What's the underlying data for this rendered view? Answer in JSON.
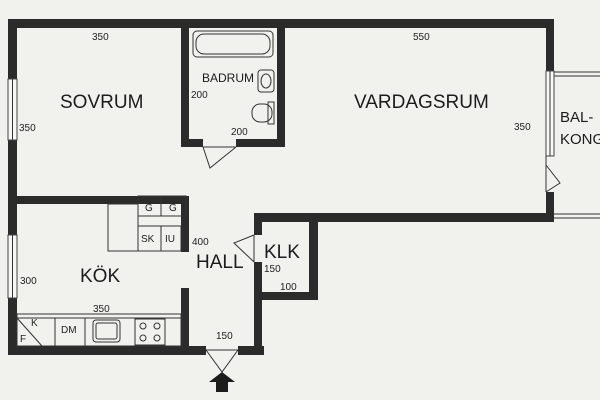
{
  "rooms": {
    "sovrum": "SOVRUM",
    "badrum": "BADRUM",
    "vardagsrum": "VARDAGSRUM",
    "kok": "KÖK",
    "hall": "HALL",
    "klk": "KLK",
    "balkong_line1": "BAL-",
    "balkong_line2": "KONG"
  },
  "appliances": {
    "g1": "G",
    "g2": "G",
    "sk": "SK",
    "iu": "IU",
    "f": "F",
    "k": "K",
    "dm": "DM"
  },
  "dimensions": {
    "sovrum_width": "350",
    "sovrum_height": "350",
    "vardagsrum_width": "550",
    "vardagsrum_height": "350",
    "badrum_height": "200",
    "badrum_width": "200",
    "hall_length": "400",
    "kok_height": "300",
    "kok_width": "350",
    "entry_width": "150",
    "klk_height": "150",
    "klk_width": "100"
  },
  "icons": {
    "entrance": "arrow-up-icon"
  },
  "colors": {
    "wall": "#2b2b2b",
    "background": "#f1f1ee"
  }
}
